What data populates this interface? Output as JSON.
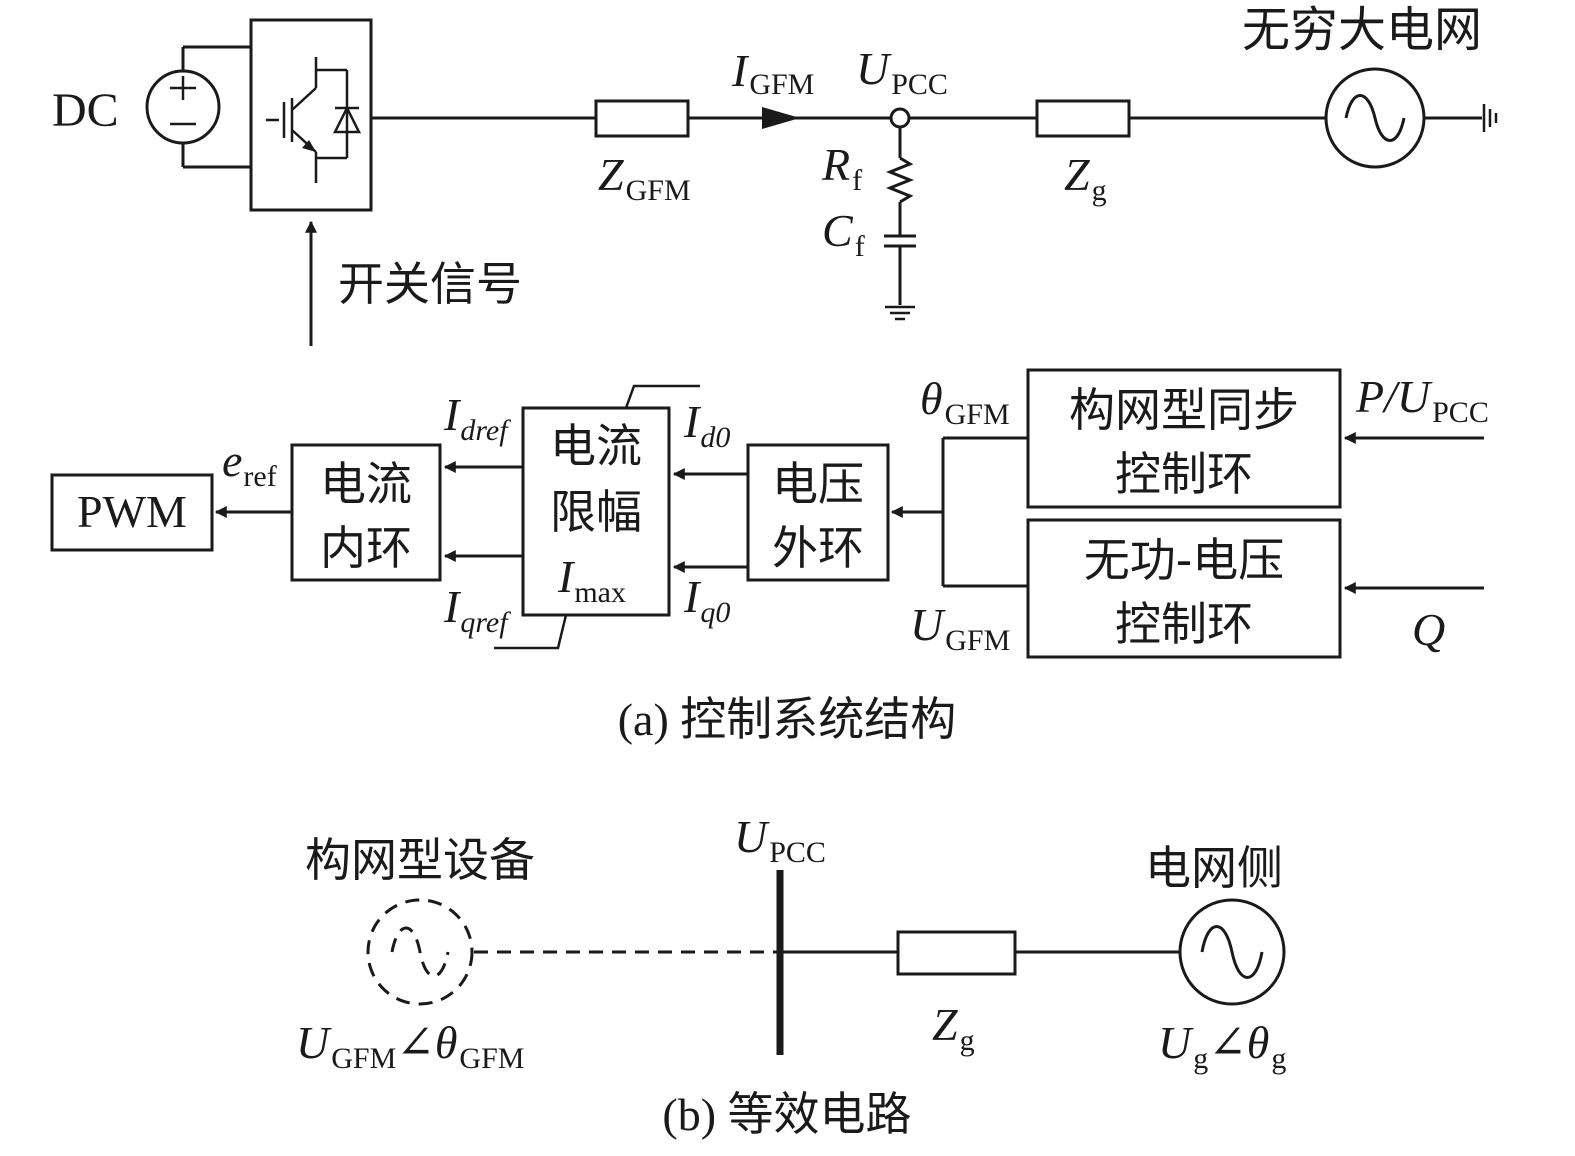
{
  "top_circuit": {
    "dc_label": "DC",
    "switch_signal": "开关信号",
    "current_label": {
      "main": "I",
      "sub": "GFM"
    },
    "pcc_label": {
      "main": "U",
      "sub": "PCC"
    },
    "z_gfm_label": {
      "main": "Z",
      "sub": "GFM"
    },
    "rf_label": {
      "main": "R",
      "sub": "f"
    },
    "cf_label": {
      "main": "C",
      "sub": "f"
    },
    "zg_label": {
      "main": "Z",
      "sub": "g"
    },
    "grid_label": "无穷大电网"
  },
  "control": {
    "pwm": "PWM",
    "eref": {
      "main": "e",
      "sub": "ref"
    },
    "current_inner": [
      "电流",
      "内环"
    ],
    "idref": {
      "main": "I",
      "sub": "dref"
    },
    "iqref": {
      "main": "I",
      "sub": "qref"
    },
    "limiter": [
      "电流",
      "限幅"
    ],
    "imax": {
      "main": "I",
      "sub": "max"
    },
    "id0": {
      "main": "I",
      "sub": "d0"
    },
    "iq0": {
      "main": "I",
      "sub": "q0"
    },
    "voltage_outer": [
      "电压",
      "外环"
    ],
    "theta_gfm": {
      "main": "θ",
      "sub": "GFM"
    },
    "u_gfm": {
      "main": "U",
      "sub": "GFM"
    },
    "sync_loop": [
      "构网型同步",
      "控制环"
    ],
    "reactive_loop": [
      "无功-电压",
      "控制环"
    ],
    "p_input": {
      "pre": "P/",
      "main": "U",
      "sub": "PCC"
    },
    "q_input": "Q",
    "caption": "(a) 控制系统结构"
  },
  "equivalent": {
    "device_label": "构网型设备",
    "device_voltage": {
      "u": "U",
      "usub": "GFM",
      "angle": "∠",
      "theta": "θ",
      "tsub": "GFM"
    },
    "pcc_label": {
      "main": "U",
      "sub": "PCC"
    },
    "zg_label": {
      "main": "Z",
      "sub": "g"
    },
    "grid_label": "电网侧",
    "grid_voltage": {
      "u": "U",
      "usub": "g",
      "angle": "∠",
      "theta": "θ",
      "tsub": "g"
    },
    "caption": "(b) 等效电路"
  }
}
